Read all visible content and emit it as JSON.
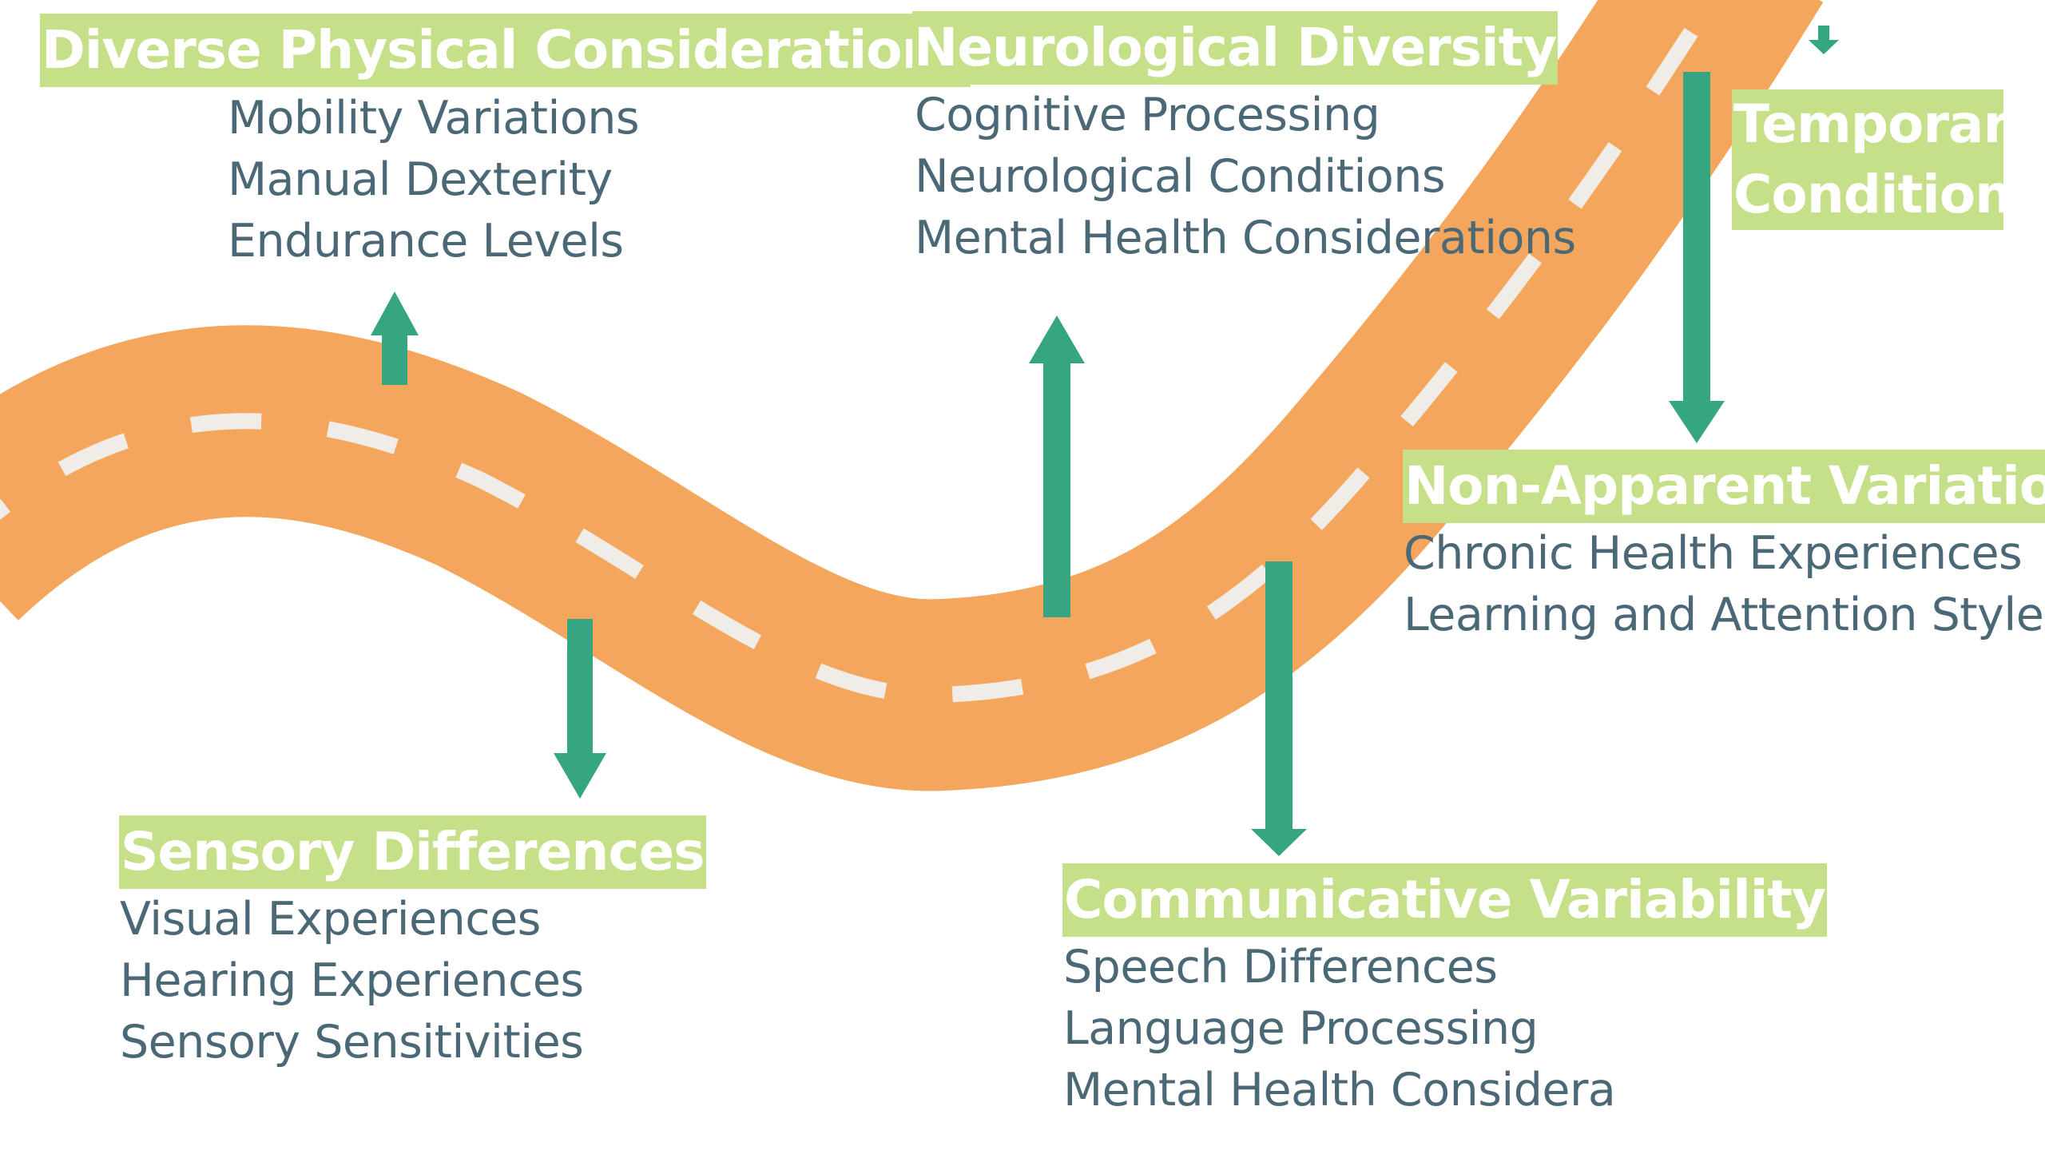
{
  "categories": [
    {
      "id": "physical",
      "heading": "Diverse Physical Considerations",
      "items": [
        "Mobility Variations",
        "Manual Dexterity",
        "Endurance Levels"
      ]
    },
    {
      "id": "neuro",
      "heading": "Neurological Diversity",
      "items": [
        "Cognitive Processing",
        "Neurological Conditions",
        "Mental Health Considerations"
      ]
    },
    {
      "id": "temporary",
      "heading": "Temporary Conditions",
      "items": []
    },
    {
      "id": "nonapparent",
      "heading": "Non-Apparent Variations",
      "items": [
        "Chronic Health Experiences",
        "Learning and Attention Styles"
      ]
    },
    {
      "id": "sensory",
      "heading": "Sensory Differences",
      "items": [
        "Visual Experiences",
        "Hearing Experiences",
        "Sensory Sensitivities"
      ]
    },
    {
      "id": "communicative",
      "heading": "Communicative Variability",
      "items": [
        "Speech Differences",
        "Language Processing",
        "Mental Health Considera"
      ]
    }
  ],
  "colors": {
    "road": "#f4a65d",
    "lane_markings": "#f0ede8",
    "arrows": "#35a681",
    "heading_bg": "#c6e08a",
    "heading_text": "#ffffff",
    "item_text": "#4b6877"
  }
}
